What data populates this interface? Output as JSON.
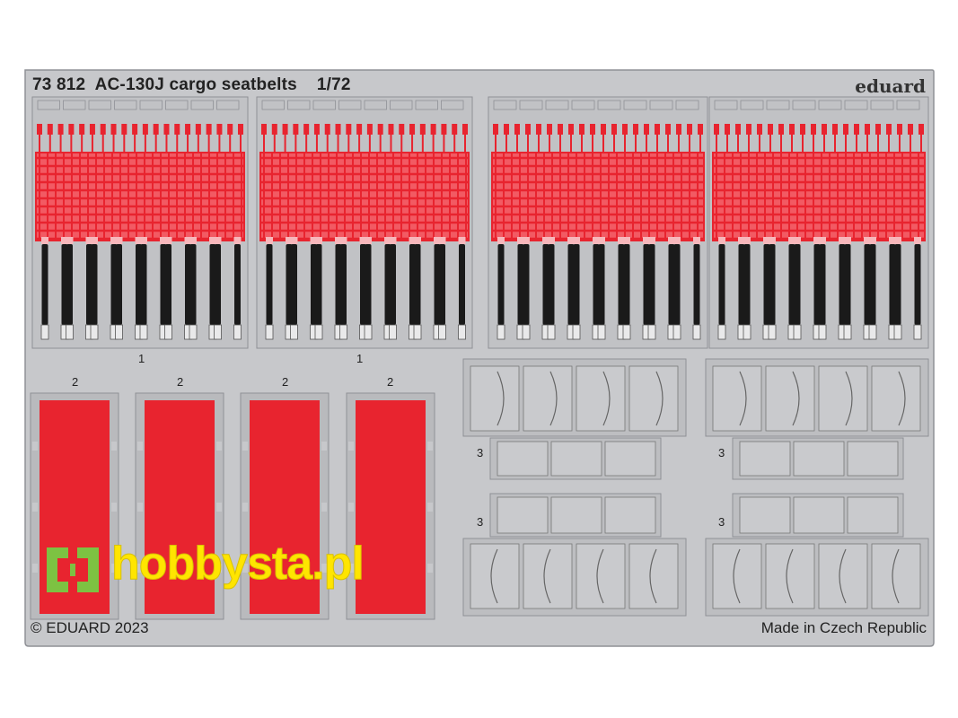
{
  "sheet": {
    "code": "73 812",
    "name": "AC-130J cargo seatbelts",
    "scale": "1/72",
    "brand": "eduard",
    "copyright": "© EDUARD 2023",
    "origin": "Made in Czech Republic"
  },
  "parts": {
    "label_1": "1",
    "label_2": "2",
    "label_3": "3"
  },
  "watermark": {
    "text": "hobbysta.pl"
  },
  "colors": {
    "fret": "#c7c8cb",
    "fret_outline": "#8f9196",
    "belt_red": "#e8242f",
    "buckle_dark": "#1a1a1a",
    "watermark_yellow": "#ffe500",
    "watermark_green": "#7dc242"
  }
}
